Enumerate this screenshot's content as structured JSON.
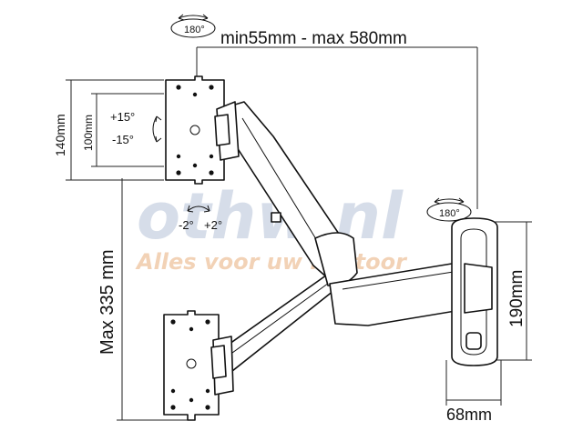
{
  "labels": {
    "rotate_top": "180°",
    "width_range": "min55mm - max 580mm",
    "tilt_up": "+15°",
    "tilt_down": "-15°",
    "panel_outer": "140mm",
    "panel_inner": "100mm",
    "level_left": "-2°",
    "level_right": "+2°",
    "rotate_wall": "180°",
    "height_max": "Max 335 mm",
    "wall_height": "190mm",
    "wall_depth": "68mm"
  },
  "watermark": {
    "logo": "othw.nl",
    "slogan": "Alles voor uw kantoor",
    "logo_color": "#d6dde9",
    "slogan_color": "#f2d2b6"
  }
}
